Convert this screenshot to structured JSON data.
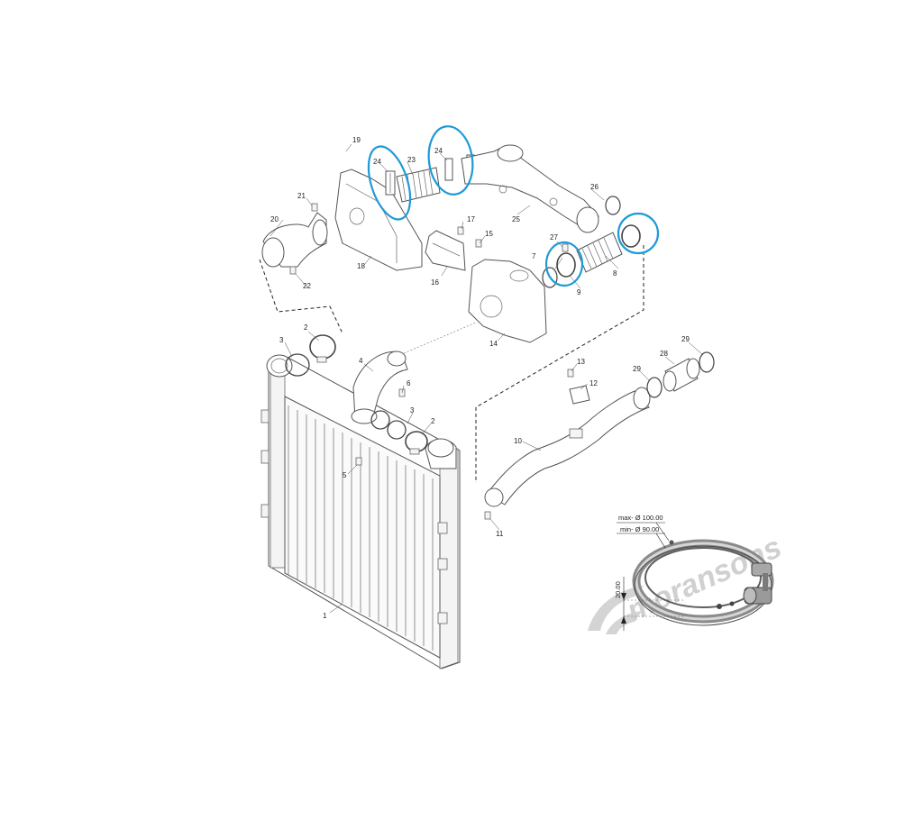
{
  "diagram": {
    "highlight_color": "#1e9ad6",
    "callouts": [
      "1",
      "2",
      "3",
      "4",
      "5",
      "6",
      "7",
      "8",
      "9",
      "10",
      "11",
      "12",
      "13",
      "14",
      "15",
      "16",
      "17",
      "18",
      "19",
      "20",
      "21",
      "22",
      "23",
      "24",
      "25",
      "26",
      "27",
      "28",
      "29"
    ],
    "inset": {
      "max_label": "max- Ø 100.00",
      "min_label": "min- Ø 90.00",
      "height_label": "20.00"
    },
    "watermark": {
      "text": "moransons"
    }
  }
}
